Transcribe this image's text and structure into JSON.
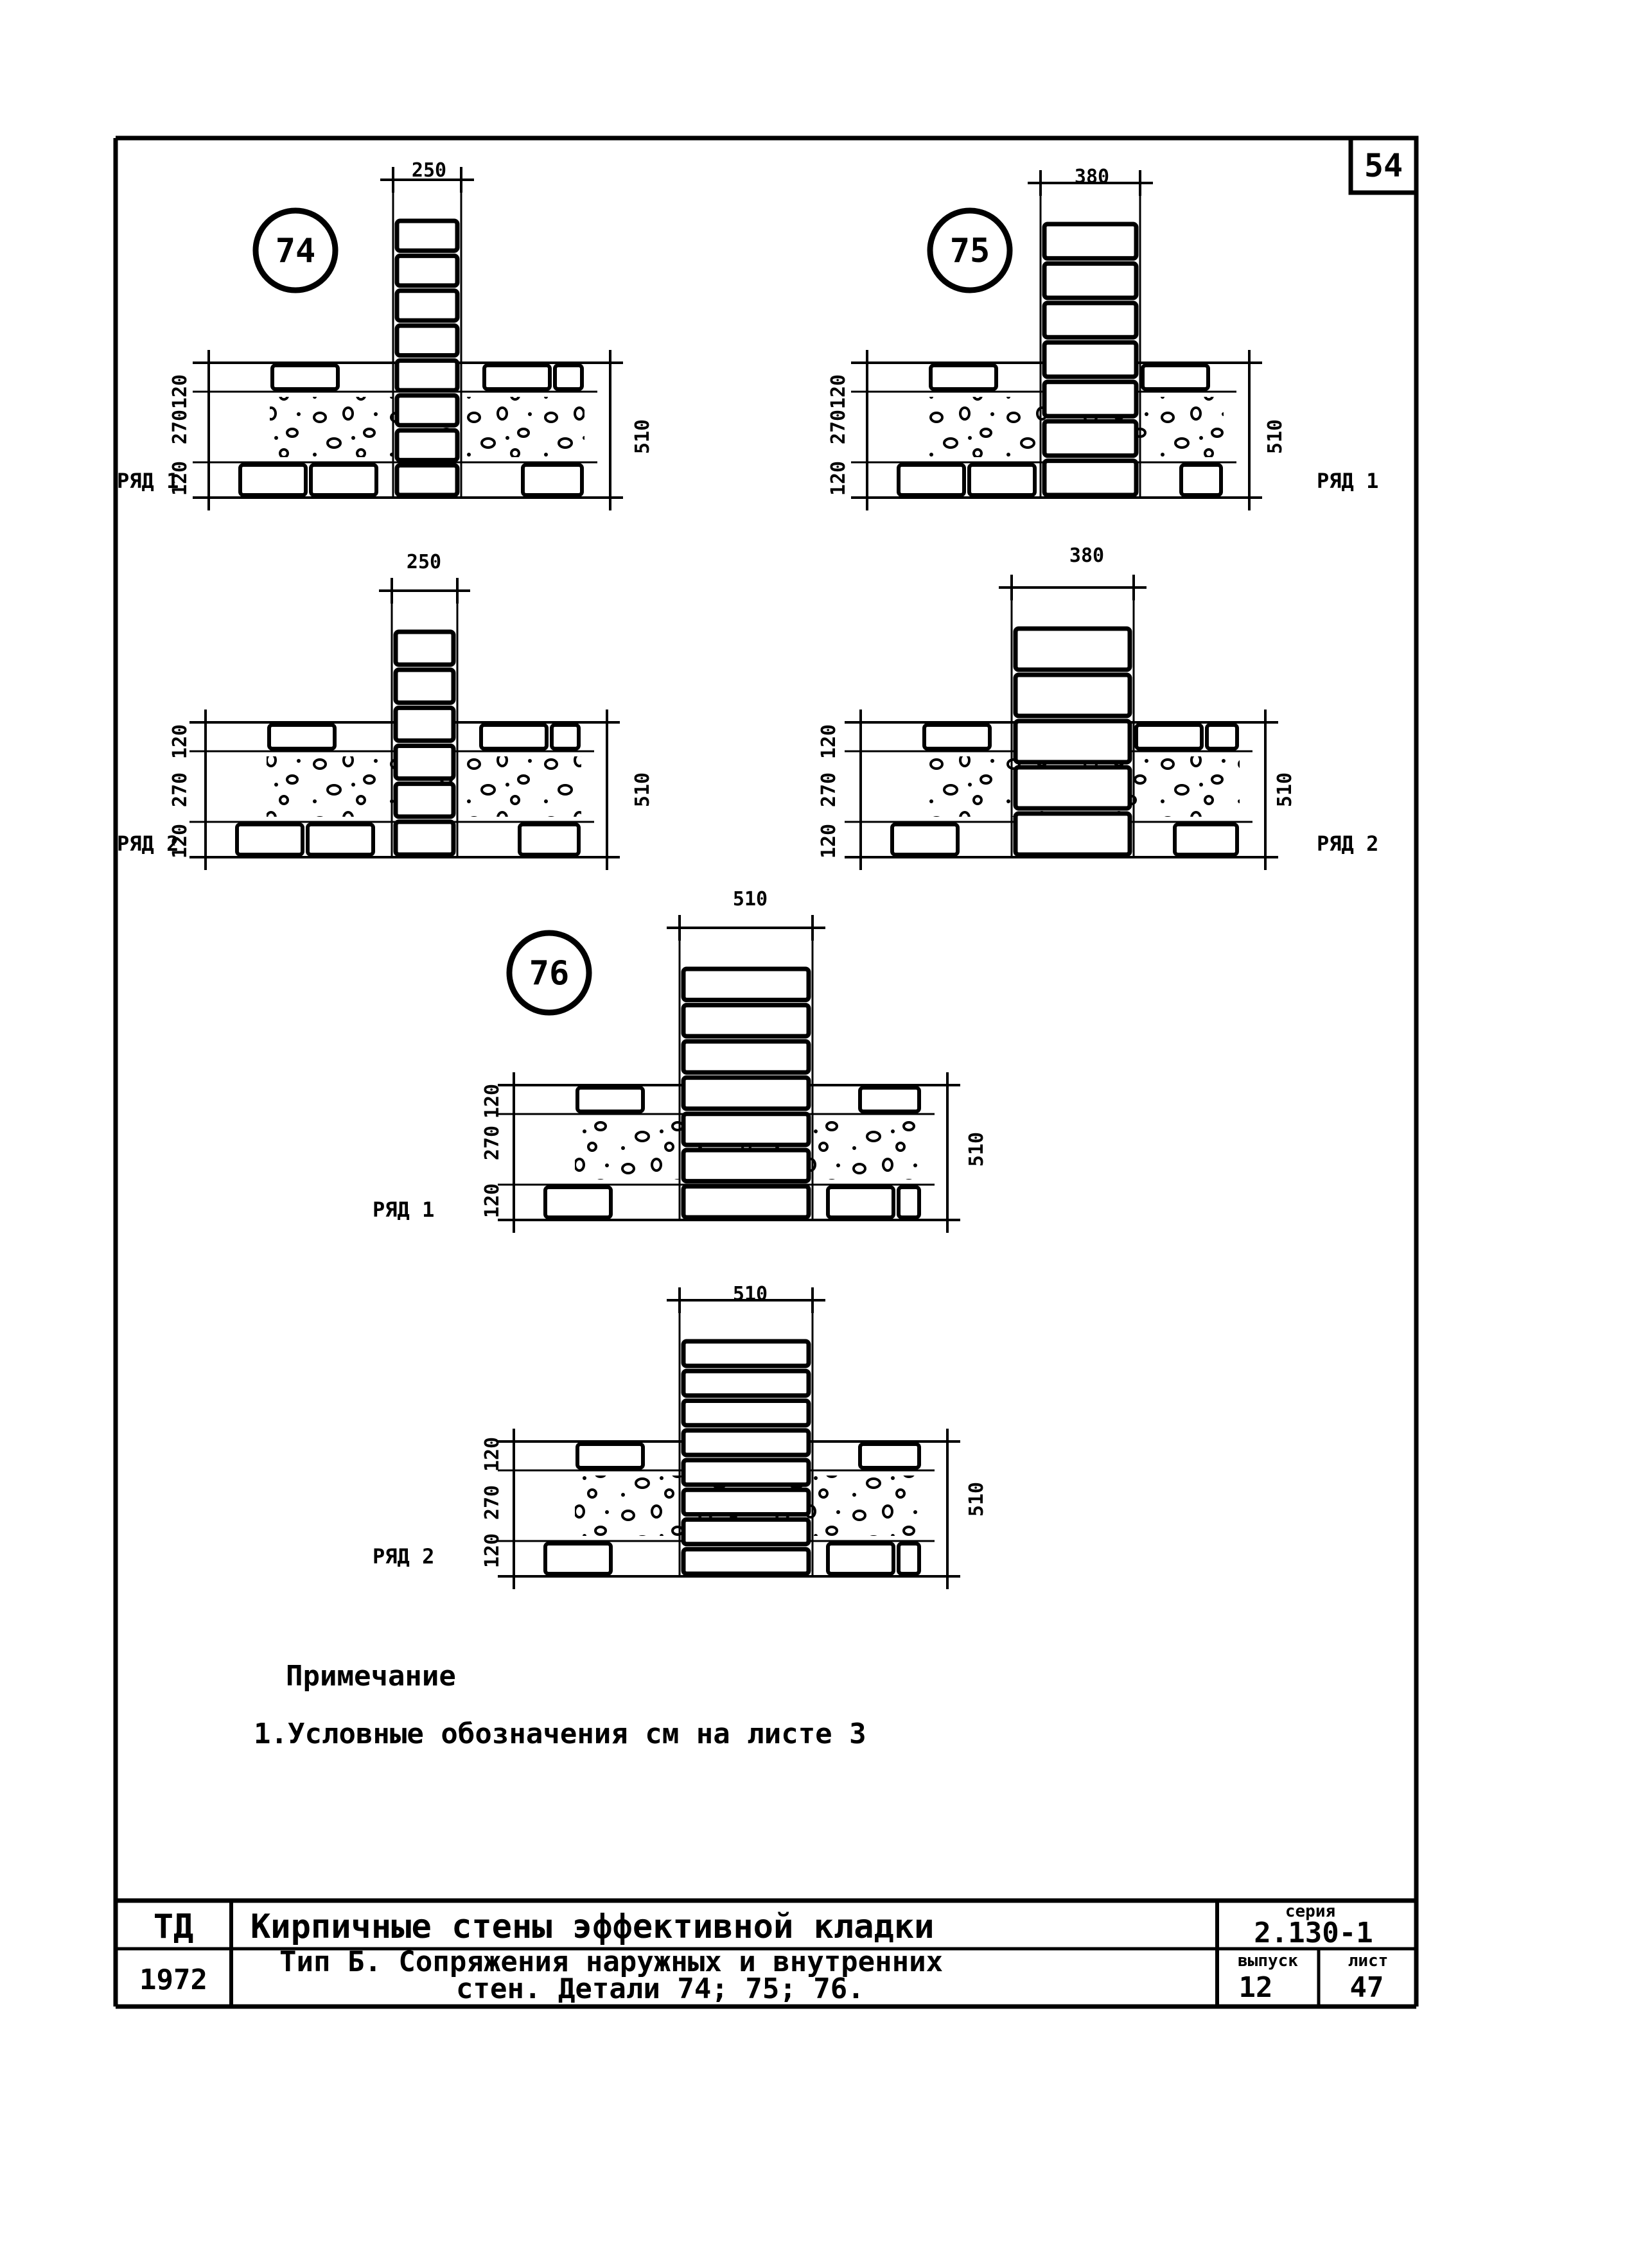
{
  "sheet_number": "54",
  "details": [
    {
      "number": "74",
      "width_label": "250"
    },
    {
      "number": "75",
      "width_label": "380"
    },
    {
      "number": "76",
      "width_label": "510"
    }
  ],
  "dims": {
    "course_top": "120",
    "course_mid": "270",
    "course_bot": "120",
    "total": "510"
  },
  "rows": {
    "row1": "РЯД 1",
    "row2": "РЯД 2"
  },
  "note": {
    "title": "Примечание",
    "text": "1.Условные обозначения см на листе 3"
  },
  "title_block": {
    "org": "ТД",
    "year": "1972",
    "line1": "Кирпичные стены эффективной кладки",
    "line2": "Тип Б.  Сопряжения наружных и внутренних",
    "line3": "стен. Детали  74; 75; 76.",
    "series_label": "серия",
    "series_value": "2.130-1",
    "issue_label": "выпуск",
    "issue_value": "12",
    "sheet_label": "лист",
    "sheet_value": "47"
  }
}
